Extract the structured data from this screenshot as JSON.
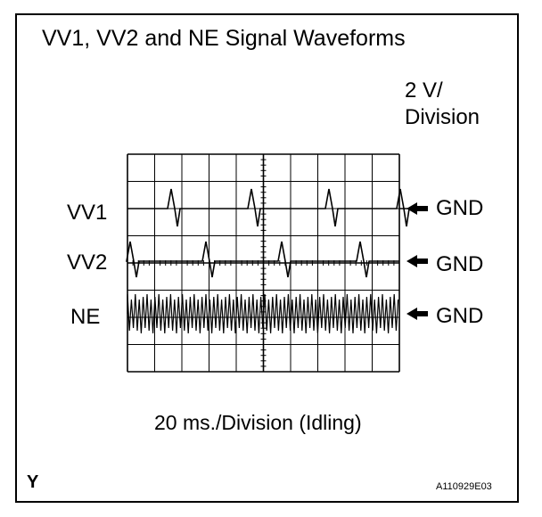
{
  "title": "VV1, VV2 and NE Signal Waveforms",
  "voltage_scale": "2 V/\nDivision",
  "time_scale": "20 ms./Division (Idling)",
  "channels": [
    {
      "label": "VV1",
      "ground_label": "GND"
    },
    {
      "label": "VV2",
      "ground_label": "GND"
    },
    {
      "label": "NE",
      "ground_label": "GND"
    }
  ],
  "figure_letter": "Y",
  "figure_code": "A110929E03",
  "icons": [
    "left-arrow-icon"
  ],
  "colors": {
    "line": "#000000",
    "background": "#ffffff"
  }
}
